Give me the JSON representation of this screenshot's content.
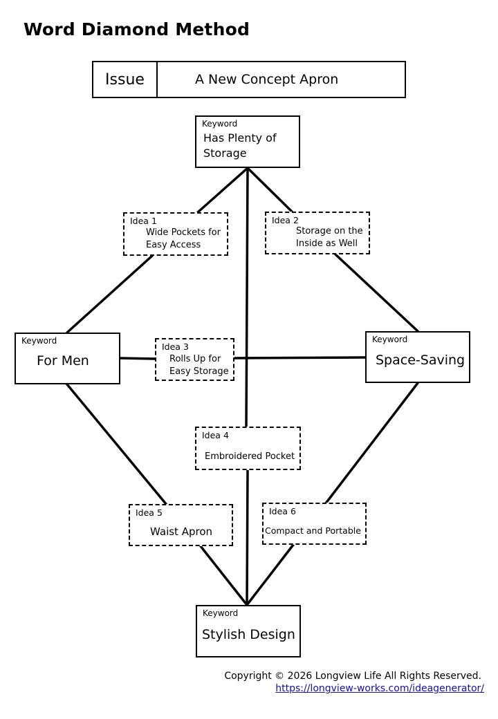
{
  "title": "Word Diamond Method",
  "issue": {
    "label": "Issue",
    "text": "A New Concept Apron"
  },
  "keywords": {
    "top": {
      "tag": "Keyword",
      "text": "Has Plenty of\nStorage"
    },
    "left": {
      "tag": "Keyword",
      "text": "For Men"
    },
    "right": {
      "tag": "Keyword",
      "text": "Space-Saving"
    },
    "bottom": {
      "tag": "Keyword",
      "text": "Stylish Design"
    }
  },
  "ideas": [
    {
      "tag": "Idea 1",
      "text": "Wide Pockets for\nEasy Access"
    },
    {
      "tag": "Idea 2",
      "text": "Storage on the\nInside as Well"
    },
    {
      "tag": "Idea 3",
      "text": "Rolls Up for\nEasy Storage"
    },
    {
      "tag": "Idea 4",
      "text": "Embroidered Pocket"
    },
    {
      "tag": "Idea 5",
      "text": "Waist Apron"
    },
    {
      "tag": "Idea 6",
      "text": "Compact and Portable"
    }
  ],
  "footer": {
    "copyright": "Copyright © 2026 Longview Life All Rights Reserved.",
    "link": "https://longview-works.com/ideagenerator/"
  }
}
